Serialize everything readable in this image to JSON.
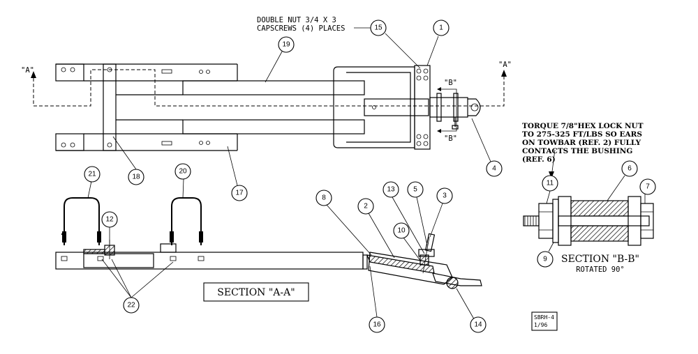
{
  "notes": {
    "double_nut_line1": "DOUBLE NUT 3/4 X 3",
    "double_nut_line2": "CAPSCREWS (4) PLACES",
    "torque_line1": "TORQUE 7/8\"HEX LOCK NUT",
    "torque_line2": "TO 275-325 FT/LBS SO EARS",
    "torque_line3": "ON TOWBAR (REF. 2) FULLY",
    "torque_line4": "CONTACTS THE BUSHING",
    "torque_line5": "(REF. 6)"
  },
  "section_labels": {
    "a_left": "\"A\"",
    "a_right": "\"A\"",
    "b_top": "\"B\"",
    "b_bottom": "\"B\"",
    "section_aa": "SECTION \"A-A\"",
    "section_bb": "SECTION \"B-B\"",
    "rotated": "ROTATED 90°"
  },
  "drawing_id": {
    "line1": "SBRH-4",
    "line2": "1/96"
  },
  "callouts": {
    "c1": "1",
    "c2": "2",
    "c3": "3",
    "c4": "4",
    "c5": "5",
    "c6": "6",
    "c7": "7",
    "c8": "8",
    "c9": "9",
    "c10": "10",
    "c11": "11",
    "c12": "12",
    "c13": "13",
    "c14": "14",
    "c15": "15",
    "c16": "16",
    "c17": "17",
    "c18": "18",
    "c19": "19",
    "c20": "20",
    "c21": "21",
    "c22": "22"
  }
}
